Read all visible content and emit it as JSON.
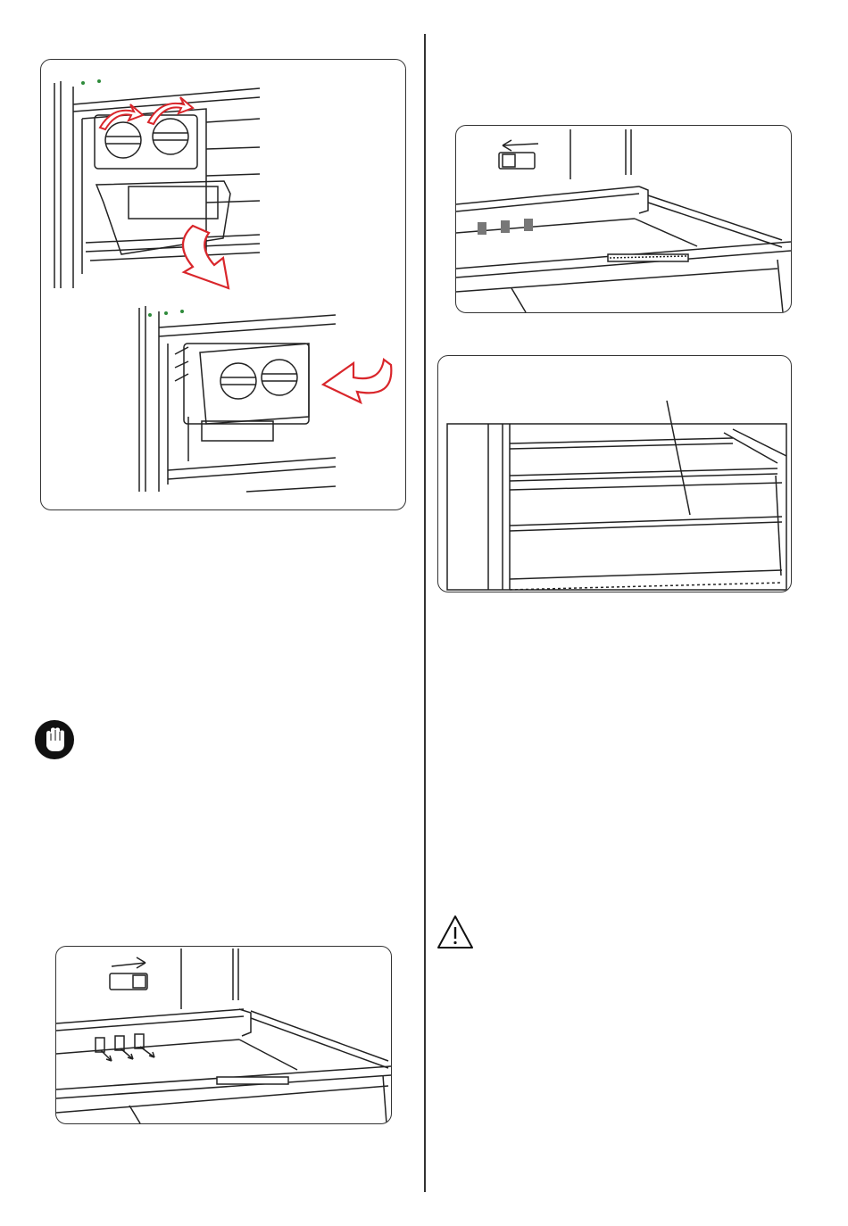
{
  "colors": {
    "line": "#222222",
    "accent_red": "#d9262b",
    "dot_green": "#2e8b3a",
    "vent_gray": "#777777"
  },
  "illustrations": [
    {
      "id": "ice-tray-removal",
      "icon": "ice-tray-icon"
    },
    {
      "id": "vent-slider-open",
      "icon": "slider-arrow-icon"
    },
    {
      "id": "drawer-pointer",
      "icon": "drawer-icon"
    },
    {
      "id": "vent-slider-closed",
      "icon": "slider-arrow-icon"
    }
  ],
  "notices": [
    {
      "id": "important",
      "icon": "hand-stop-icon"
    },
    {
      "id": "warning",
      "icon": "warning-triangle-icon"
    }
  ]
}
